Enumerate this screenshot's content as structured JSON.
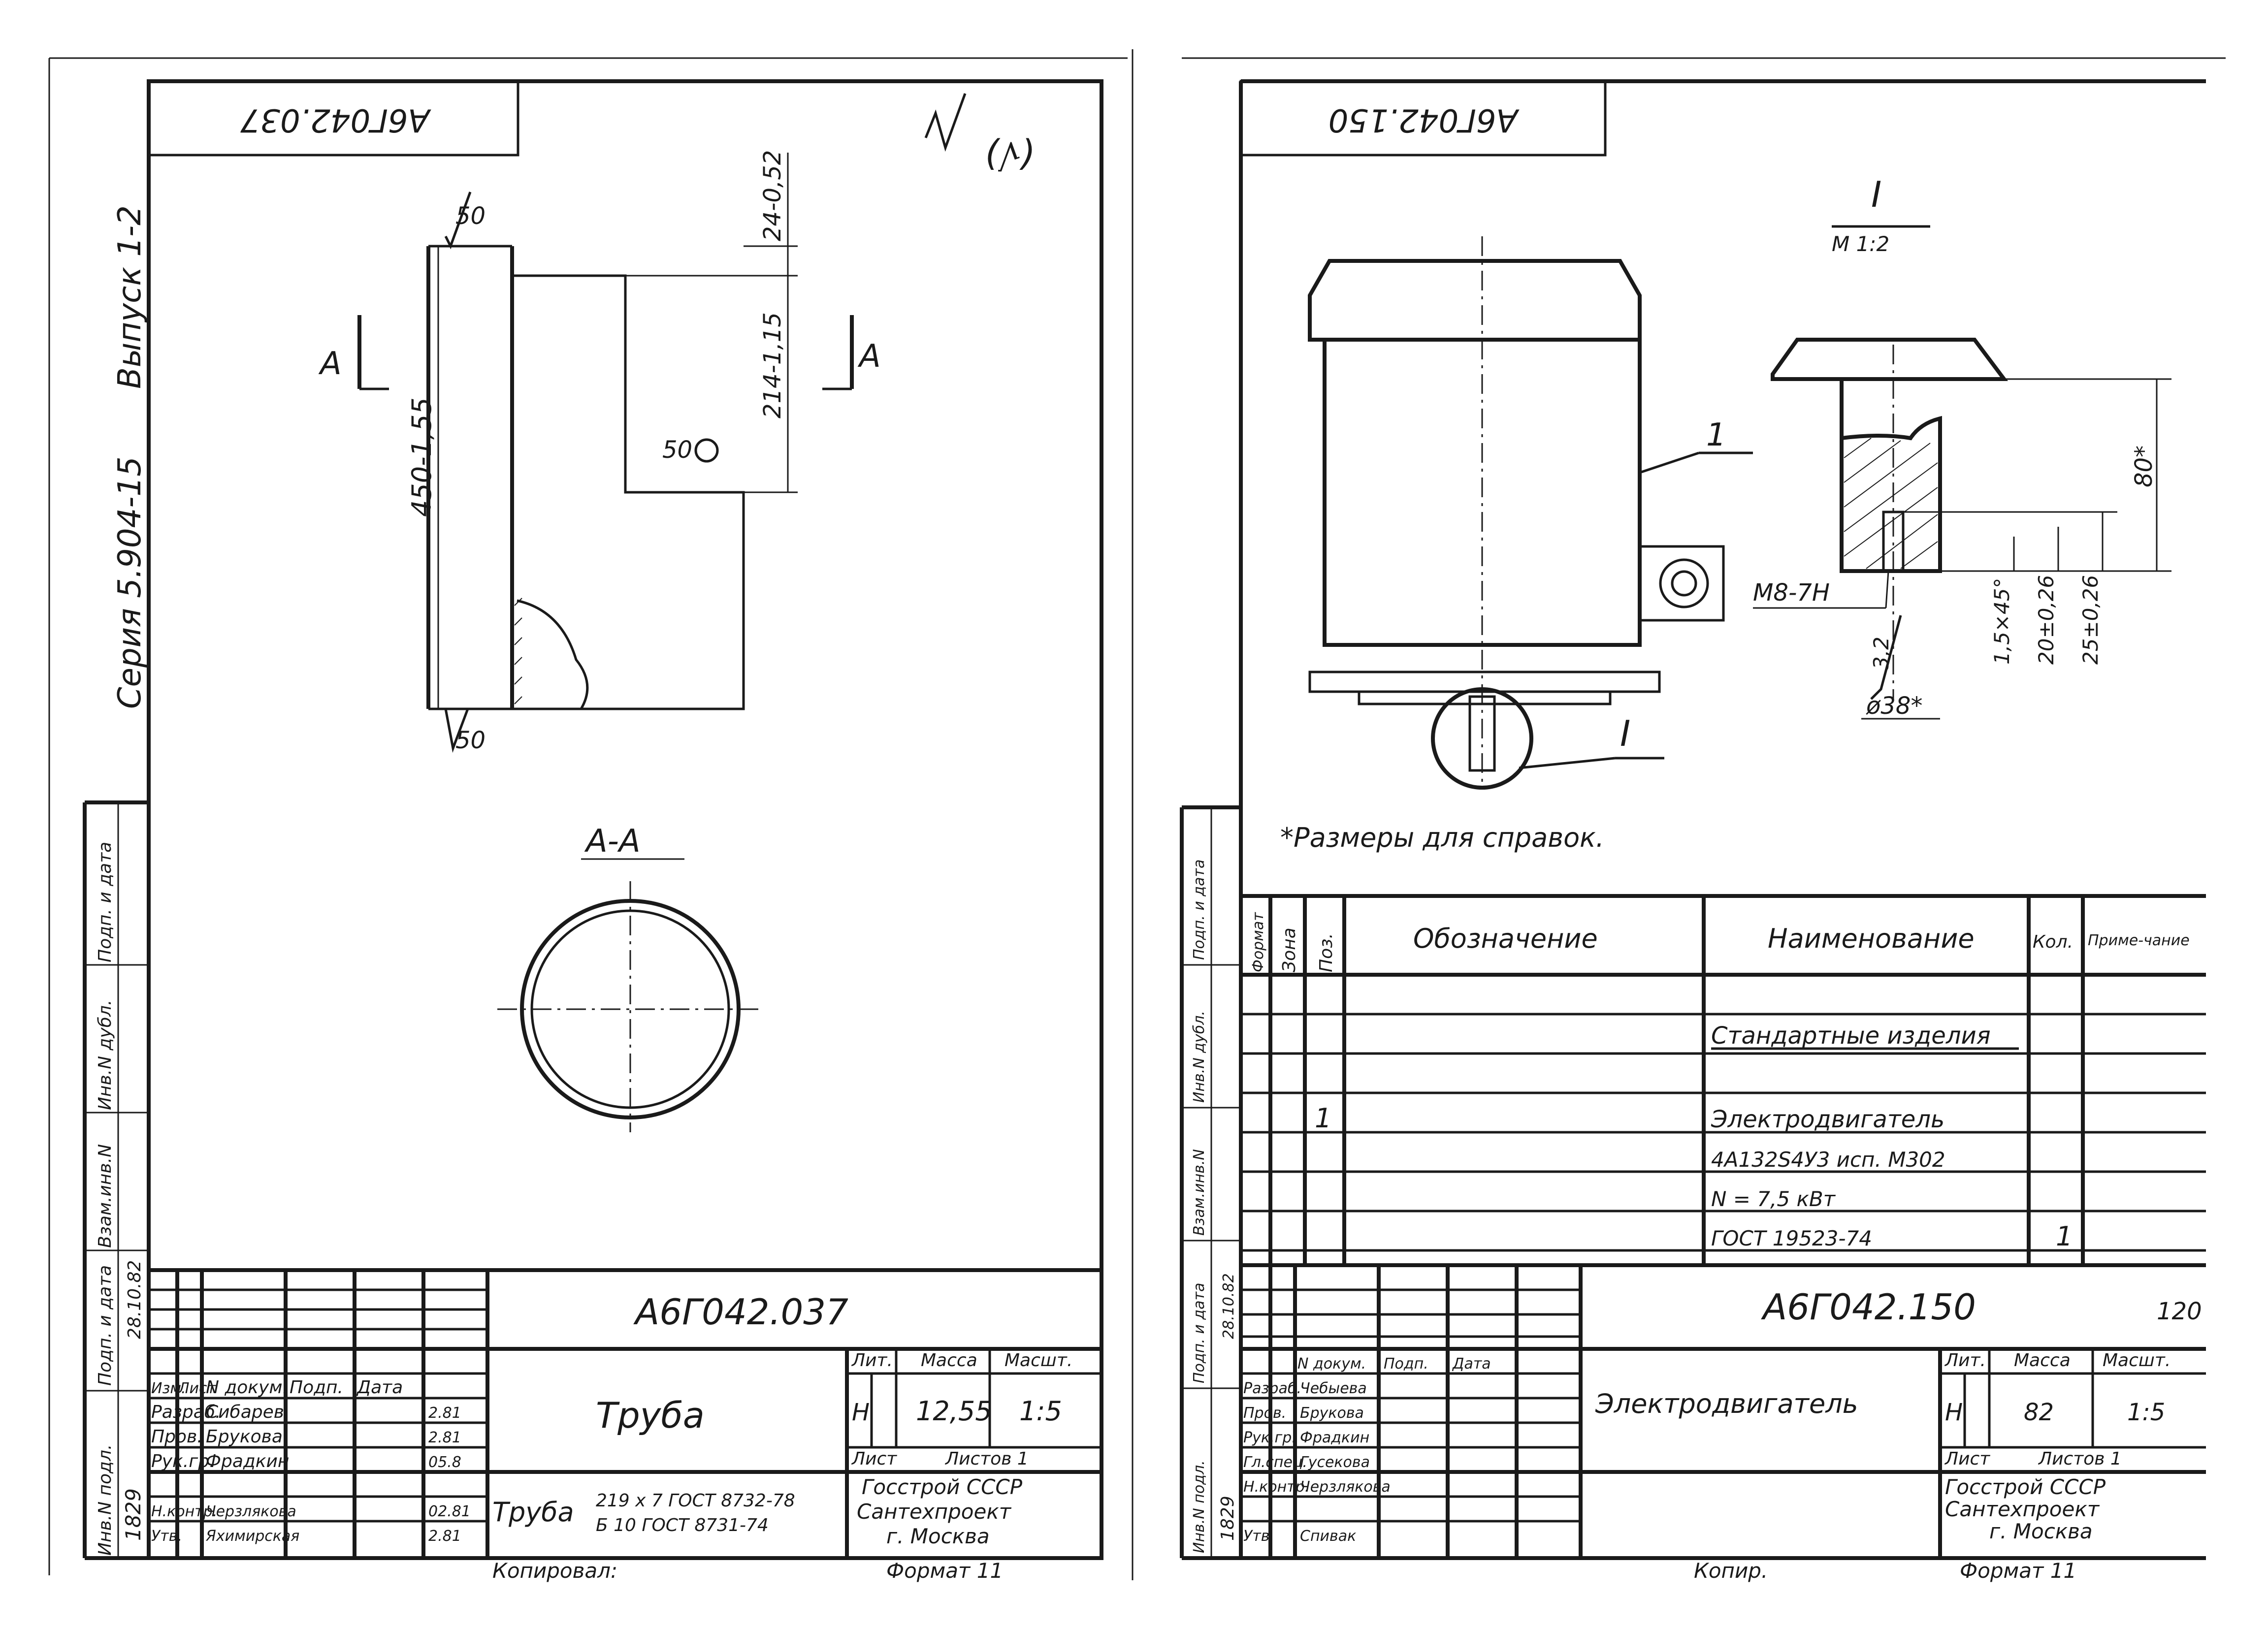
{
  "left_sheet": {
    "code_top": "А6Г042.037",
    "roughness_general": "(√)",
    "roughness_50": "50",
    "series_text": "Серия 5.904-15",
    "vypusk_text": "Выпуск 1-2",
    "dims": {
      "length": "450-1,55",
      "dim_24": "24-0,52",
      "dim_214": "214-1,15",
      "section_mark": "A"
    },
    "section_title": "А-А",
    "stamp": {
      "code": "А6Г042.037",
      "header_izm": "Изм.",
      "header_list": "Лист",
      "header_doc": "N докум.",
      "header_podp": "Подп.",
      "header_data": "Дата",
      "rows": [
        {
          "role": "Разраб.",
          "name": "Сибарев",
          "date": "2.81"
        },
        {
          "role": "Пров.",
          "name": "Брукова",
          "date": "2.81"
        },
        {
          "role": "Рук.гр.",
          "name": "Фрадкин",
          "date": "05.8"
        },
        {
          "role": "Н.контр.",
          "name": "Черзлякова",
          "date": "02.81"
        },
        {
          "role": "Утв.",
          "name": "Яхимирская",
          "date": "2.81"
        }
      ],
      "title": "Труба",
      "lit_label": "Лит.",
      "mass_label": "Масса",
      "scale_label": "Масшт.",
      "lit_value": "Н",
      "mass_value": "12,55",
      "scale_value": "1:5",
      "sheet_label": "Лист",
      "sheets_label": "Листов 1",
      "material_1": "Труба",
      "material_2": "219 х 7 ГОСТ 8732-78",
      "material_3": "Б 10 ГОСТ 8731-74",
      "org_1": "Госстрой СССР",
      "org_2": "Сантехпроект",
      "org_3": "г. Москва",
      "copied": "Копировал:",
      "format": "Формат 11"
    }
  },
  "right_sheet": {
    "code_top": "А6Г042.150",
    "detail_label": "I",
    "detail_scale": "М 1:2",
    "leader_1": "1",
    "leader_I": "I",
    "dims": {
      "d80": "80*",
      "m8": "М8-7Н",
      "c15": "1,5×45°",
      "d20": "20±0,26",
      "d25": "25±0,26",
      "d38": "ø38*",
      "r32": "3,2"
    },
    "note": "*Размеры для справок.",
    "spec": {
      "h_format": "Формат",
      "h_zone": "Зона",
      "h_pos": "Поз.",
      "h_designation": "Обозначение",
      "h_name": "Наименование",
      "h_qty": "Кол.",
      "h_note": "Приме-чание",
      "section": "Стандартные изделия",
      "pos": "1",
      "line_1": "Электродвигатель",
      "line_2": "4А132S4У3 исп. М302",
      "line_3": "N = 7,5 кВт",
      "line_4": "ГОСТ 19523-74",
      "qty": "1"
    },
    "stamp": {
      "code": "А6Г042.150",
      "corner": "120",
      "title": "Электродвигатель",
      "lit_value": "Н",
      "mass_value": "82",
      "scale_value": "1:5",
      "org_1": "Госстрой СССР",
      "org_2": "Сантехпроект",
      "org_3": "г. Москва",
      "rows": [
        {
          "role": "Разраб.",
          "name": "Чебыева"
        },
        {
          "role": "Пров.",
          "name": "Брукова"
        },
        {
          "role": "Рук.гр.",
          "name": "Фрадкин"
        },
        {
          "role": "Гл.спец.",
          "name": "Гусекова"
        },
        {
          "role": "Н.контр.",
          "name": "Черзлякова"
        },
        {
          "role": "Утв.",
          "name": "Спивак"
        }
      ],
      "copied": "Копир.",
      "format": "Формат 11"
    }
  },
  "side_columns": {
    "inv_podl": "Инв.N подл.",
    "podp_data": "Подп. и дата",
    "vzam_inv": "Взам.инв.N",
    "inv_dubl": "Инв.N дубл.",
    "podp_data2": "Подп. и дата",
    "inv_number": "1829",
    "date_value": "28.10.82"
  }
}
